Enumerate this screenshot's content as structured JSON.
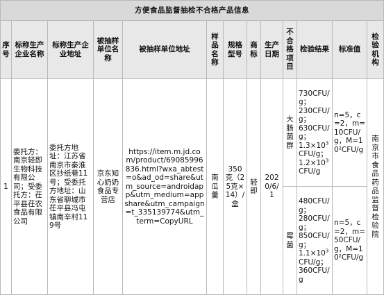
{
  "title": "方便食品监督抽检不合格产品信息",
  "headers": [
    "序号",
    "标称生产企业名称",
    "标称生产企业地址",
    "被抽样单位名称",
    "被抽样单位地址",
    "样品名称",
    "规格型号",
    "商标",
    "生产日期",
    "不合格项目",
    "检验结果",
    "标准值",
    "检验机构"
  ],
  "record": {
    "index": "1",
    "producer_name": "委托方：南京轻即生物科技有限公司；受委托方：茌平县茌农食品有限公司",
    "producer_address": "委托方地址：江苏省南京市秦淮区抄纸巷11号；受委托方地址：山东省聊城市茌平县冯屯镇南辛村119号",
    "sampled_name": "京东知心奶奶食品专营店",
    "sampled_address": "https://item.m.jd.com/product/69085996836.html?wxa_abtest=o&ad_od=share&utm_source=androidapp&utm_medium=appshare&utm_campaign=t_335139774&utm_term=CopyURL",
    "sample_name": "南瓜羹",
    "spec": "350克（25克×14）/盒",
    "brand": "轻即",
    "date": "2020/6/1",
    "institution": "南京市食品药品监督检验院",
    "items": [
      {
        "name": "大肠菌群",
        "results": [
          "730CFU/g；",
          "230CFU/g；",
          "630CFU/g；",
          "1.3×10",
          "3",
          "CFU/g；",
          "1.2×10",
          "3",
          "CFU/g"
        ],
        "standard": "n=5，c=2，m=10CFU/g，M=10²CFU/g"
      },
      {
        "name": "霉菌",
        "results": [
          "480CFU/g；",
          "280CFU/g；",
          "850CFU/g；",
          "1.1×10",
          "3",
          "CFU/g；",
          "360CFU/g"
        ],
        "standard": "n=5，c=2，m=50CFU/g，M=10²CFU/g"
      }
    ]
  }
}
